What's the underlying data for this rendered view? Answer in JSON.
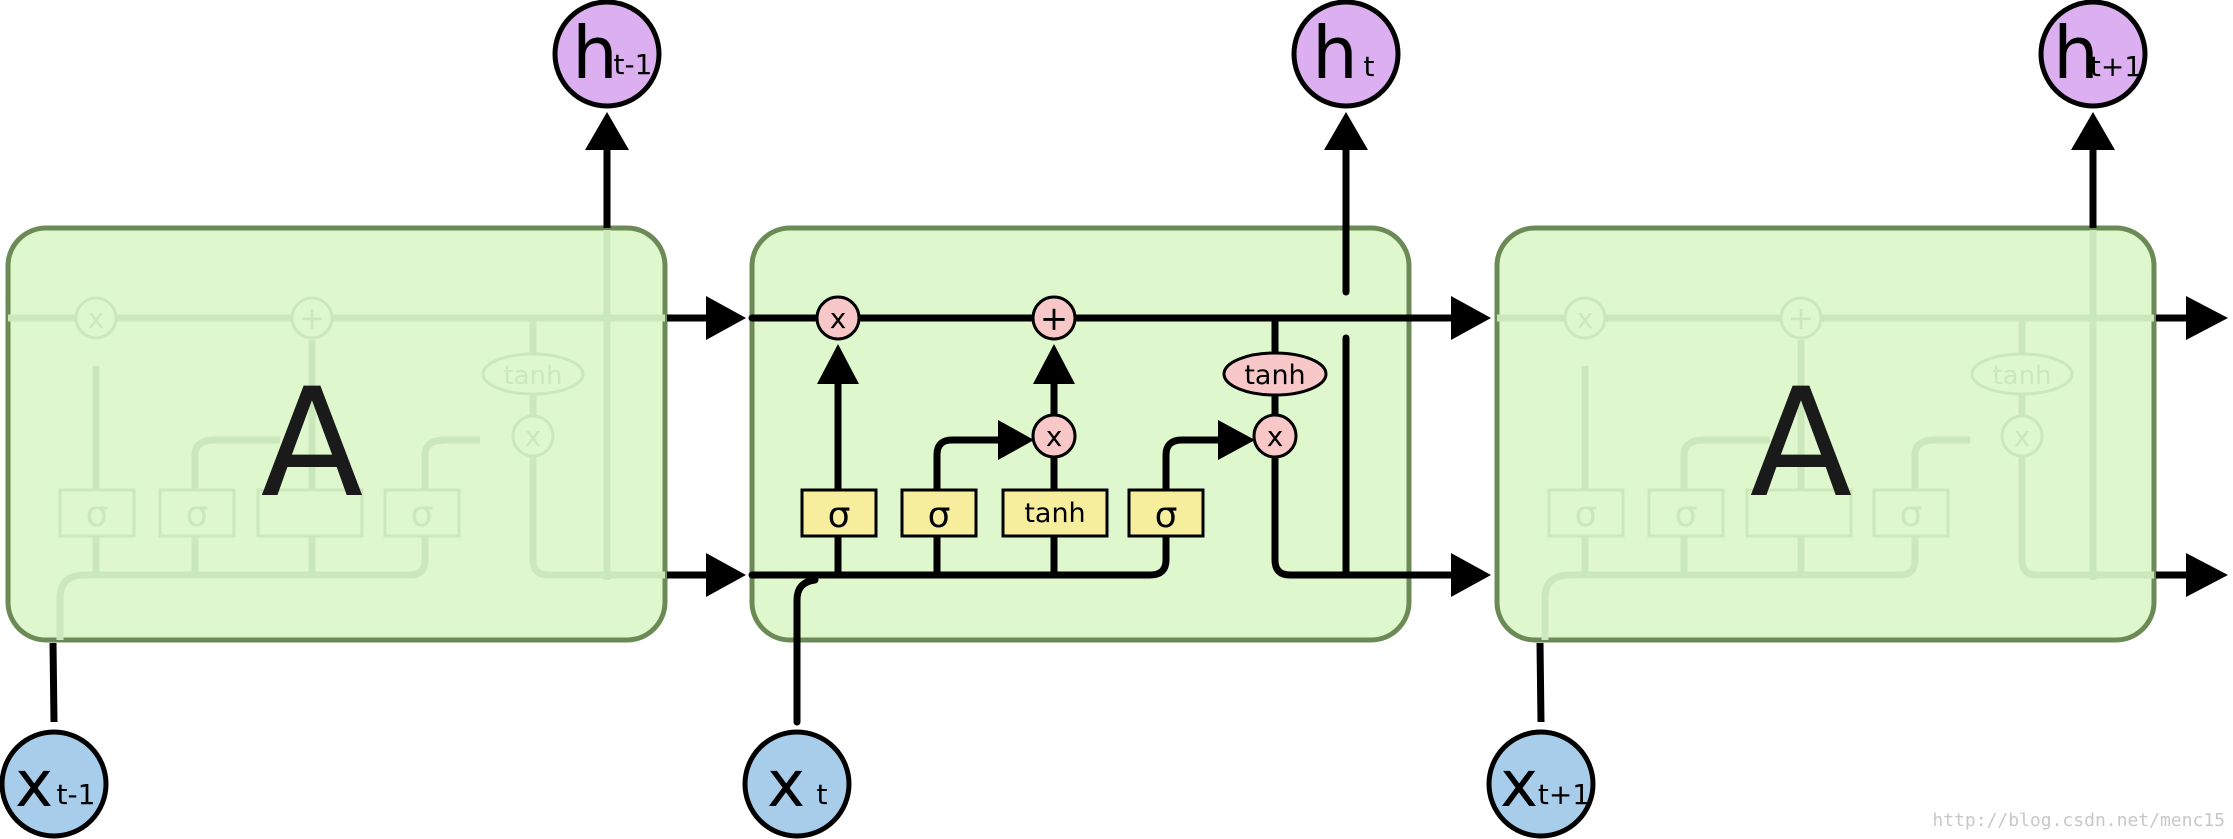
{
  "cells": [
    {
      "id": "prev",
      "label": "A",
      "input": {
        "base": "x",
        "sub": "t-1"
      },
      "output": {
        "base": "h",
        "sub": "t-1"
      }
    },
    {
      "id": "curr",
      "label": "",
      "input": {
        "base": "x",
        "sub": "t"
      },
      "output": {
        "base": "h",
        "sub": "t"
      }
    },
    {
      "id": "next",
      "label": "A",
      "input": {
        "base": "x",
        "sub": "t+1"
      },
      "output": {
        "base": "h",
        "sub": "t+1"
      }
    }
  ],
  "gates": {
    "sigma": "σ",
    "tanh_layer": "tanh",
    "tanh_op": "tanh",
    "multiply": "x",
    "add": "+"
  },
  "colors": {
    "cell_fill": "#dff7cd",
    "cell_stroke": "#6b8a55",
    "layer_fill": "#f6ee9c",
    "op_fill": "#f8c8c8",
    "input_fill": "#a7cdea",
    "output_fill": "#dbaff0",
    "line": "#000000"
  },
  "watermark": "http://blog.csdn.net/menc15"
}
